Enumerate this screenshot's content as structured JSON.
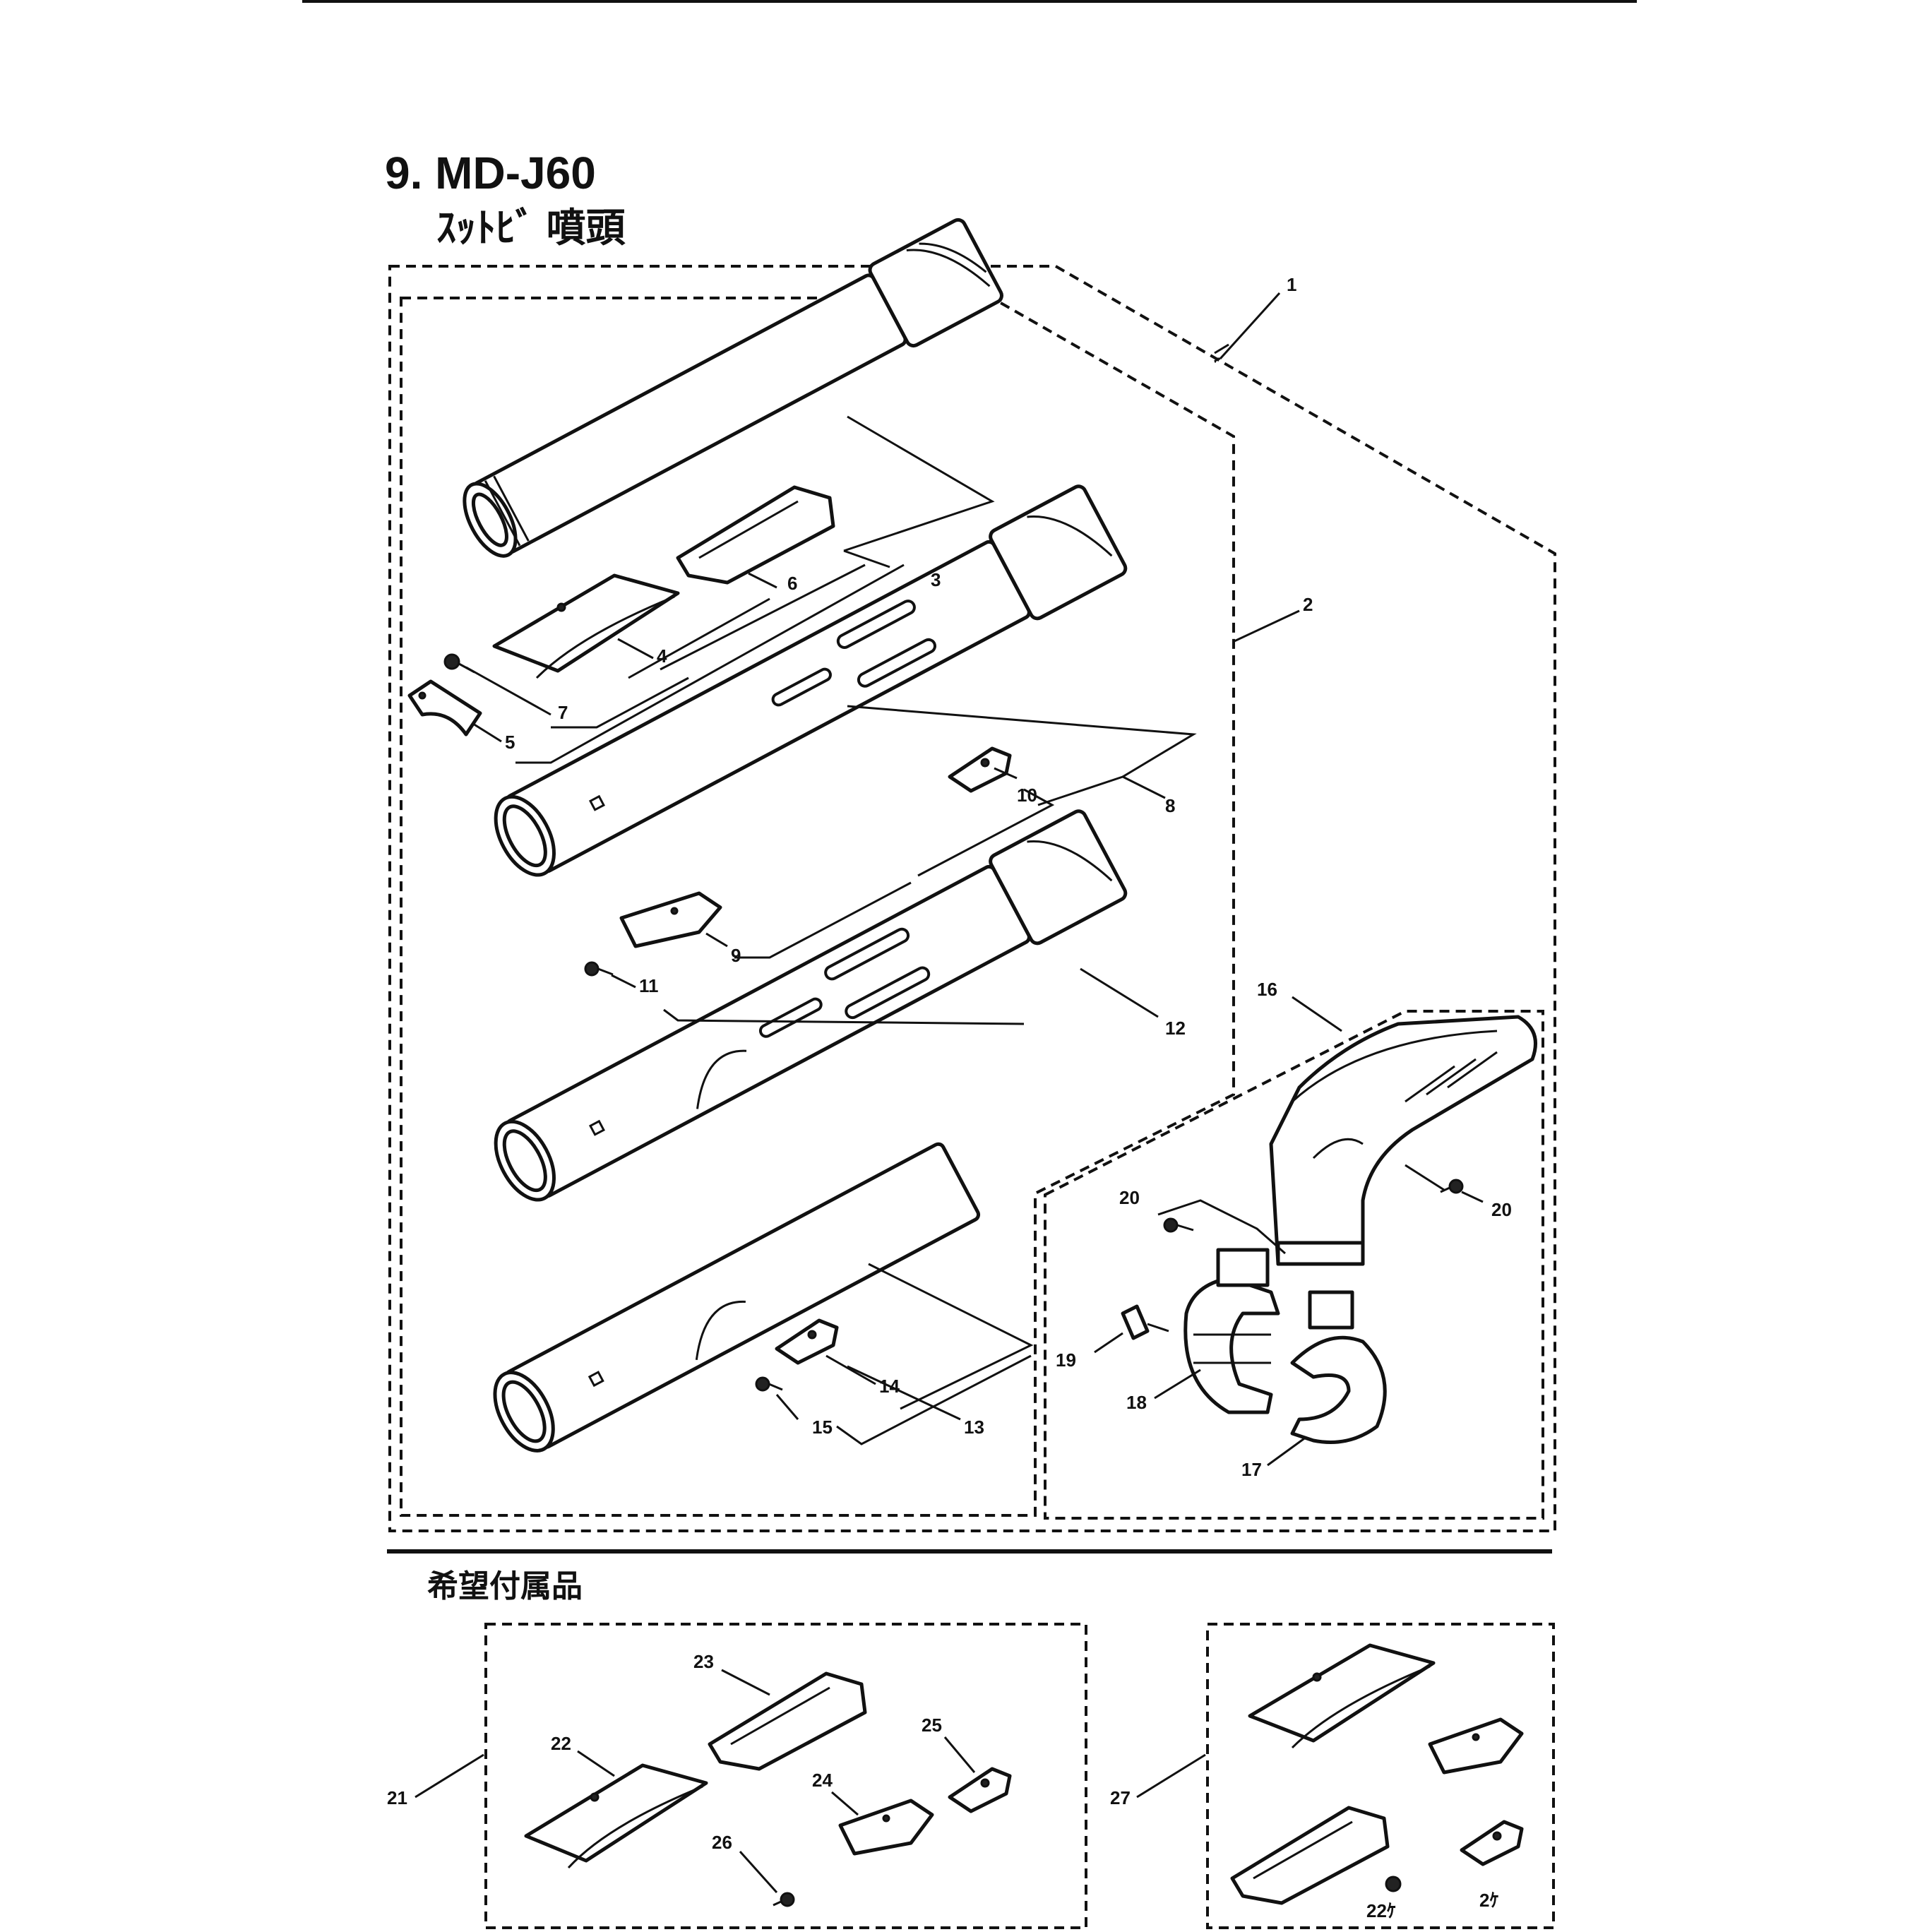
{
  "header": {
    "title": "9. MD-J60",
    "subtitle": "ｽｯﾄﾋﾞ 噴頭"
  },
  "accessory_section": {
    "heading": "希望付属品"
  },
  "callouts": {
    "p1": "1",
    "p2": "2",
    "p3": "3",
    "p4": "4",
    "p5": "5",
    "p6": "6",
    "p7": "7",
    "p8": "8",
    "p9": "9",
    "p10": "10",
    "p11": "11",
    "p12": "12",
    "p13": "13",
    "p14": "14",
    "p15": "15",
    "p16": "16",
    "p17": "17",
    "p18": "18",
    "p19": "19",
    "p20a": "20",
    "p20b": "20",
    "p21": "21",
    "p22": "22",
    "p23": "23",
    "p24": "24",
    "p25": "25",
    "p26": "26",
    "p27": "27"
  },
  "quantity_notes": {
    "q1": "22ｹ",
    "q2": "2ｹ"
  }
}
